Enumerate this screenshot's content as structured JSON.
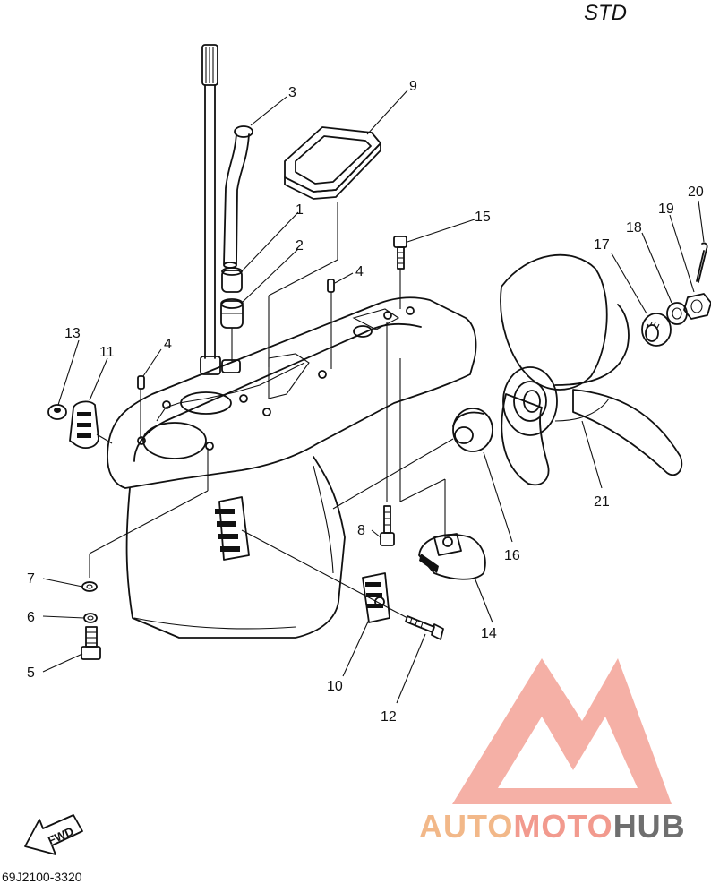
{
  "header": {
    "variant": "STD"
  },
  "footer": {
    "drawing_code": "69J2100-3320",
    "direction": "FWD"
  },
  "callouts": {
    "c1": "1",
    "c2": "2",
    "c3": "3",
    "c4a": "4",
    "c4b": "4",
    "c5": "5",
    "c6": "6",
    "c7": "7",
    "c8": "8",
    "c9": "9",
    "c10": "10",
    "c11": "11",
    "c12": "12",
    "c13": "13",
    "c14": "14",
    "c15": "15",
    "c16": "16",
    "c17": "17",
    "c18": "18",
    "c19": "19",
    "c20": "20",
    "c21": "21"
  },
  "watermark": {
    "part1": "AUTO",
    "part2": "MOTO",
    "part3": "HUB",
    "colors": {
      "auto": "#f2b889",
      "moto": "#f29a8e",
      "hub": "#6f6f6f",
      "triangle": "#f4a79c"
    }
  }
}
